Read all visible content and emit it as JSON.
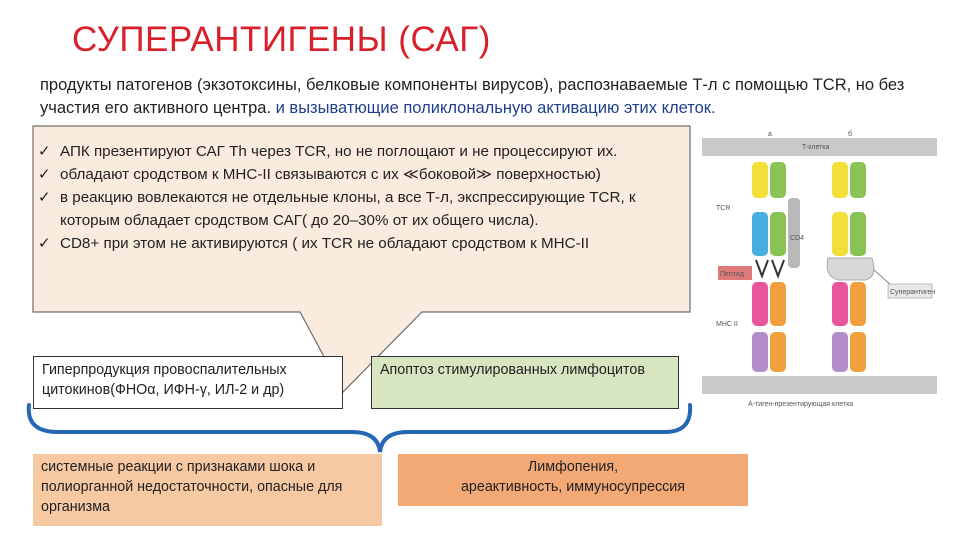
{
  "title": "СУПЕРАНТИГЕНЫ (САГ)",
  "intro": {
    "main": "продукты патогенов (экзотоксины, белковые компоненты вирусов), распознаваемые Т-л с помощью TCR, но без участия его активного центра.",
    "highlight": " и вызыватющие поликлональную активацию этих клеток."
  },
  "callout": {
    "check_symbol": "✓",
    "bullets": [
      "АПК презентируют САГ  Th через TCR, но не поглощают и не процессируют их.",
      "обладают сродством к МНС-II связываются с их ≪боковой≫ поверхностью)",
      " в реакцию вовлекаются не отдельные клоны, а все Т-л, экспрессирующие TCR, к которым обладает сродством САГ( до 20–30% от их общего числа).",
      " CD8+  при этом не активируются ( их TCR не обладают сродством к МНС-II"
    ]
  },
  "boxes": {
    "cytokines": "Гиперпродукция провоспалительных цитокинов(ФНОα, ИФН-γ,  ИЛ-2 и др)",
    "apoptosis": "Апоптоз стимулированных лимфоцитов",
    "systemic": "системные реакции с признаками шока и полиорганной недостаточности, опасные для организма",
    "lymphopenia_line1": "Лимфопения,",
    "lymphopenia_line2": "ареактивность, иммуносупрессия"
  },
  "diagram": {
    "label_a": "a",
    "label_b": "б",
    "tcell": "T-клетка",
    "tcr": "TCR",
    "cd4": "CD4",
    "peptide": "Пептид",
    "mhc": "МНС II",
    "superantigen": "Суперантиген",
    "apc": "А-тиген-презентирующая клетка",
    "colors": {
      "tcell_membrane": "#c9c9c9",
      "alpha_chain": "#f2df3a",
      "beta_chain": "#88c455",
      "tcr_blue": "#49aee0",
      "cd4": "#b8b8b8",
      "peptide": "#e07a7a",
      "mhc_pink": "#e8559a",
      "mhc_orange": "#f0a03c",
      "mhc_purple": "#b28bc9",
      "superantigen": "#d8d8d8"
    }
  }
}
